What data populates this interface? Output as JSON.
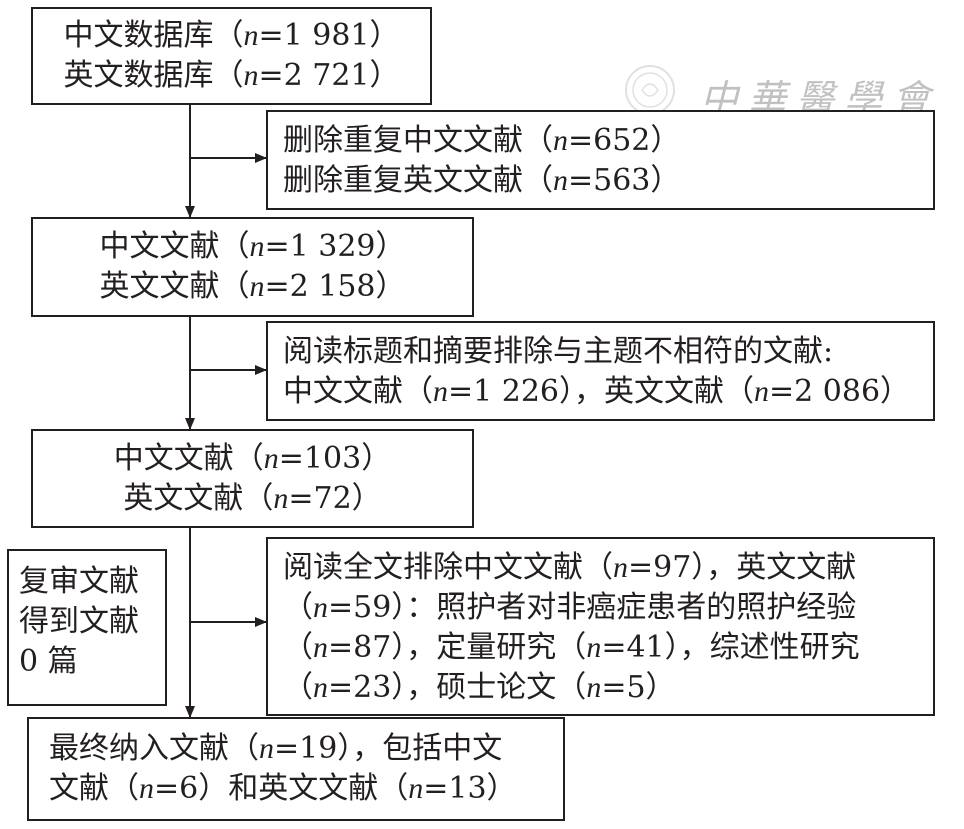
{
  "boxes": {
    "db": {
      "line1": [
        "中文数据库（",
        "n",
        "=1 981）"
      ],
      "line2": [
        "英文数据库（",
        "n",
        "=2 721）"
      ]
    },
    "dedup": {
      "line1": [
        "删除重复中文文献（",
        "n",
        "=652）"
      ],
      "line2": [
        "删除重复英文文献（",
        "n",
        "=563）"
      ]
    },
    "after_dedup": {
      "line1": [
        "中文文献（",
        "n",
        "=1 329）"
      ],
      "line2": [
        "英文文献（",
        "n",
        "=2 158）"
      ]
    },
    "title_abstract_excl": {
      "line1": [
        "阅读标题和摘要排除与主题不相符的文献:"
      ],
      "line2": [
        "中文文献（",
        "n",
        "=1 226），英文文献（",
        "n",
        "=2 086）"
      ]
    },
    "after_screen": {
      "line1": [
        "中文文献（",
        "n",
        "=103）"
      ],
      "line2": [
        "英文文献（",
        "n",
        "=72）"
      ]
    },
    "review": {
      "line1": "复审文献",
      "line2": "得到文献",
      "line3": "0 篇"
    },
    "fulltext_excl": {
      "line1": [
        "阅读全文排除中文文献（",
        "n",
        "=97），英文文献"
      ],
      "line2": [
        "（",
        "n",
        "=59）：照护者对非癌症患者的照护经验"
      ],
      "line3": [
        "（",
        "n",
        "=87），定量研究（",
        "n",
        "=41），综述性研究"
      ],
      "line4": [
        "（",
        "n",
        "=23），硕士论文（",
        "n",
        "=5）"
      ]
    },
    "final": {
      "line1": [
        "最终纳入文献（",
        "n",
        "=19），包括中文"
      ],
      "line2": [
        "文献（",
        "n",
        "=6）和英文文献（",
        "n",
        "=13）"
      ]
    }
  },
  "watermark": "中華醫學會"
}
